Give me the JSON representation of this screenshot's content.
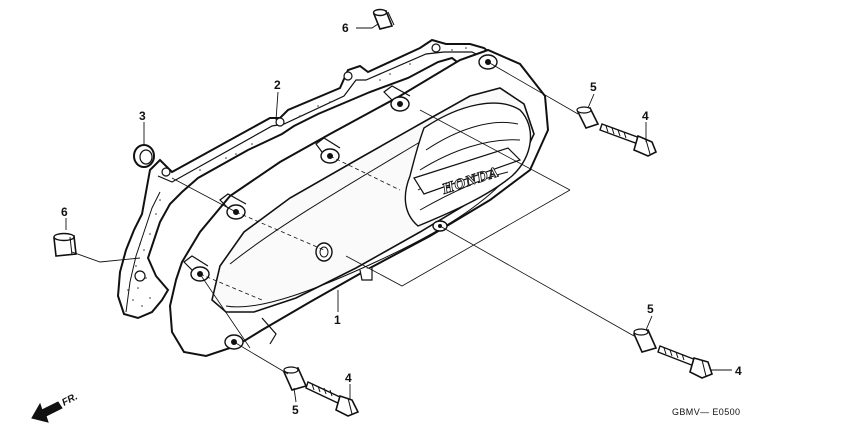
{
  "diagram": {
    "code": "GBMV— E0500",
    "brand": "HONDA",
    "direction_label": "FR.",
    "callouts": {
      "c1": "1",
      "c2": "2",
      "c3": "3",
      "c4a": "4",
      "c4b": "4",
      "c4c": "4",
      "c5a": "5",
      "c5b": "5",
      "c5c": "5",
      "c6a": "6",
      "c6b": "6"
    }
  }
}
